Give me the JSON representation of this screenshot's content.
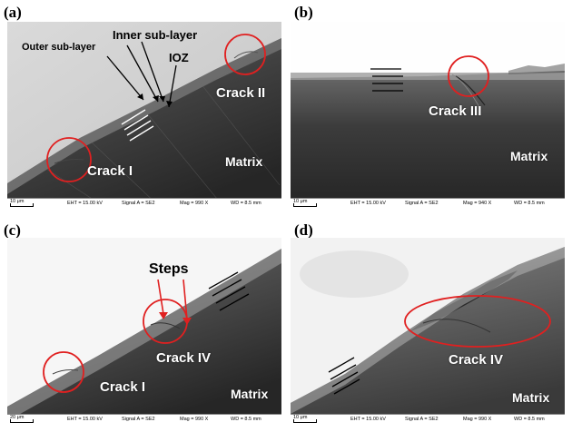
{
  "panels": [
    {
      "label": "(a)",
      "annotations": {
        "outer": "Outer sub-layer",
        "inner": "Inner sub-layer",
        "ioz": "IOZ"
      },
      "cracks": [
        "Crack I",
        "Crack II"
      ],
      "matrix": "Matrix",
      "info": {
        "scale": "10 μm",
        "eht": "EHT = 15.00 kV",
        "signal": "Signal A = SE2",
        "mag": "Mag = 990 X",
        "wd": "WD = 8.5 mm"
      }
    },
    {
      "label": "(b)",
      "cracks": [
        "Crack III"
      ],
      "matrix": "Matrix",
      "info": {
        "scale": "10 μm",
        "eht": "EHT = 15.00 kV",
        "signal": "Signal A = SE2",
        "mag": "Mag = 940 X",
        "wd": "WD = 8.5 mm"
      }
    },
    {
      "label": "(c)",
      "steps": "Steps",
      "cracks": [
        "Crack IV",
        "Crack I"
      ],
      "matrix": "Matrix",
      "info": {
        "scale": "20 μm",
        "eht": "EHT = 15.00 kV",
        "signal": "Signal A = SE2",
        "mag": "Mag = 990 X",
        "wd": "WD = 8.5 mm"
      }
    },
    {
      "label": "(d)",
      "cracks": [
        "Crack IV"
      ],
      "matrix": "Matrix",
      "info": {
        "scale": "10 μm",
        "eht": "EHT = 15.00 kV",
        "signal": "Signal A = SE2",
        "mag": "Mag = 990 X",
        "wd": "WD = 8.5 mm"
      }
    }
  ],
  "colors": {
    "circle": "#e02020",
    "arrow": "#e02020",
    "background": "#ffffff"
  }
}
